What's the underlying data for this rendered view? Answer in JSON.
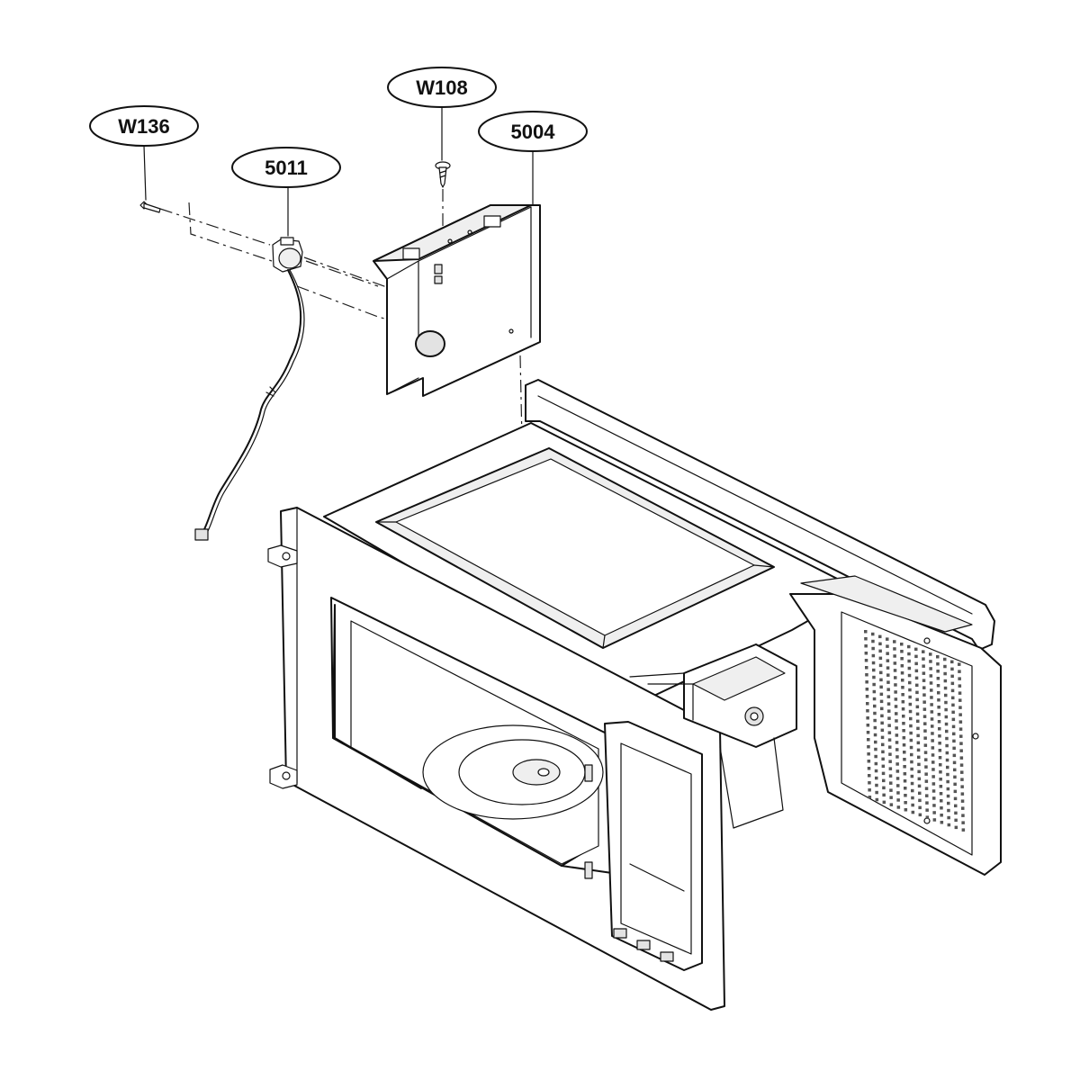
{
  "callouts": {
    "w136": "W136",
    "w108": "W108",
    "p5004": "5004",
    "p5011": "5011"
  }
}
